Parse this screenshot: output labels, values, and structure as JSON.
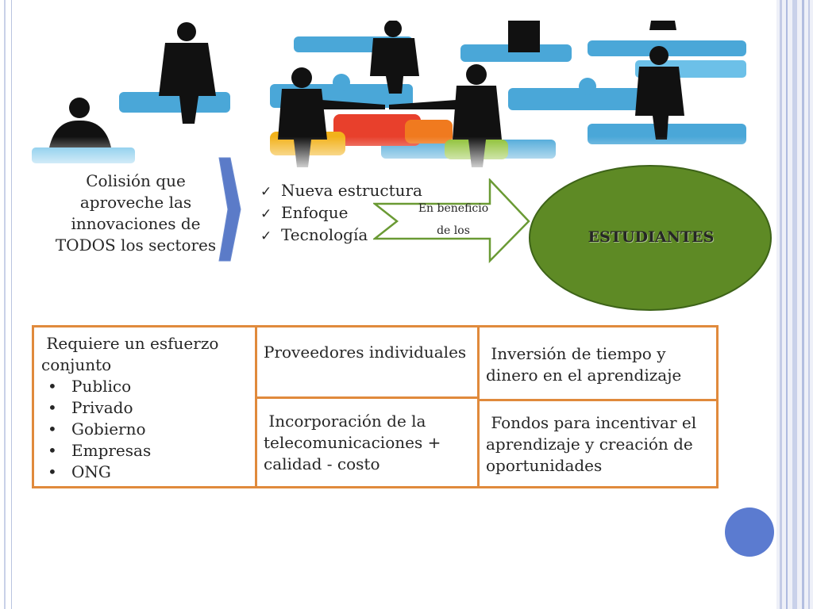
{
  "colors": {
    "chevron": "#5b7bc8",
    "arrow_border": "#6a9a34",
    "ellipse_fill": "#5e8a25",
    "ellipse_border": "#3d6318",
    "box_border": "#e08a3c",
    "circle": "#5b7bd0"
  },
  "left_text": "Colisión que aproveche las innovaciones de TODOS los sectores",
  "checklist": {
    "icon": "check-icon",
    "items": [
      "Nueva estructura",
      "Enfoque",
      "Tecnología"
    ]
  },
  "arrow": {
    "line1": "En beneficio",
    "line2": "de los"
  },
  "ellipse": {
    "label": "ESTUDIANTES"
  },
  "table": {
    "col1": {
      "intro": " Requiere un esfuerzo conjunto",
      "bullets": [
        "Publico",
        "Privado",
        "Gobierno",
        "Empresas",
        "ONG"
      ]
    },
    "col2": {
      "top": "Proveedores individuales",
      "bottom": " Incorporación de la telecomunicaciones + calidad - costo"
    },
    "col3": {
      "top": " Inversión de tiempo y dinero en el aprendizaje",
      "bottom": " Fondos para incentivar el aprendizaje y creación de oportunidades"
    }
  }
}
